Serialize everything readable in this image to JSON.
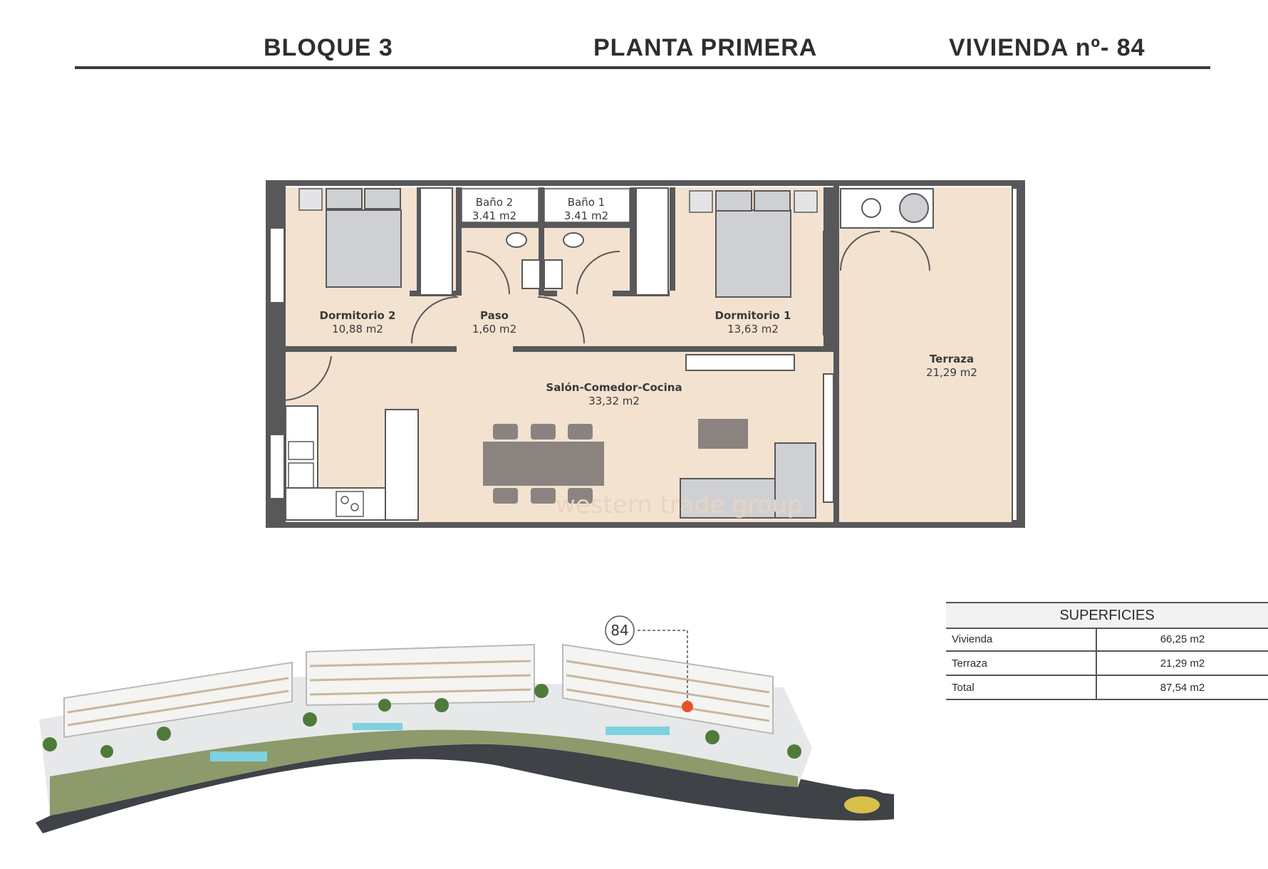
{
  "header": {
    "block": "BLOQUE 3",
    "floor": "PLANTA PRIMERA",
    "unit": "VIVIENDA nº- 84"
  },
  "rooms": {
    "dorm2": {
      "name": "Dormitorio 2",
      "area": "10,88 m2"
    },
    "bano2": {
      "name": "Baño 2",
      "area": "3.41 m2"
    },
    "bano1": {
      "name": "Baño 1",
      "area": "3.41 m2"
    },
    "paso": {
      "name": "Paso",
      "area": "1,60 m2"
    },
    "dorm1": {
      "name": "Dormitorio 1",
      "area": "13,63 m2"
    },
    "salon": {
      "name": "Salón-Comedor-Cocina",
      "area": "33,32 m2"
    },
    "terraza": {
      "name": "Terraza",
      "area": "21,29 m2"
    }
  },
  "watermark": {
    "text": "western trade group"
  },
  "locator": {
    "unit_number": "84"
  },
  "superficies": {
    "title": "SUPERFICIES",
    "rows": [
      {
        "label": "Vivienda",
        "value": "66,25 m2"
      },
      {
        "label": "Terraza",
        "value": "21,29 m2"
      },
      {
        "label": "Total",
        "value": "87,54 m2"
      }
    ]
  },
  "colors": {
    "floor": "#f3e2d0",
    "wall": "#58585a",
    "furniture": "#cfd0d4",
    "accent_dot": "#e8502e"
  }
}
